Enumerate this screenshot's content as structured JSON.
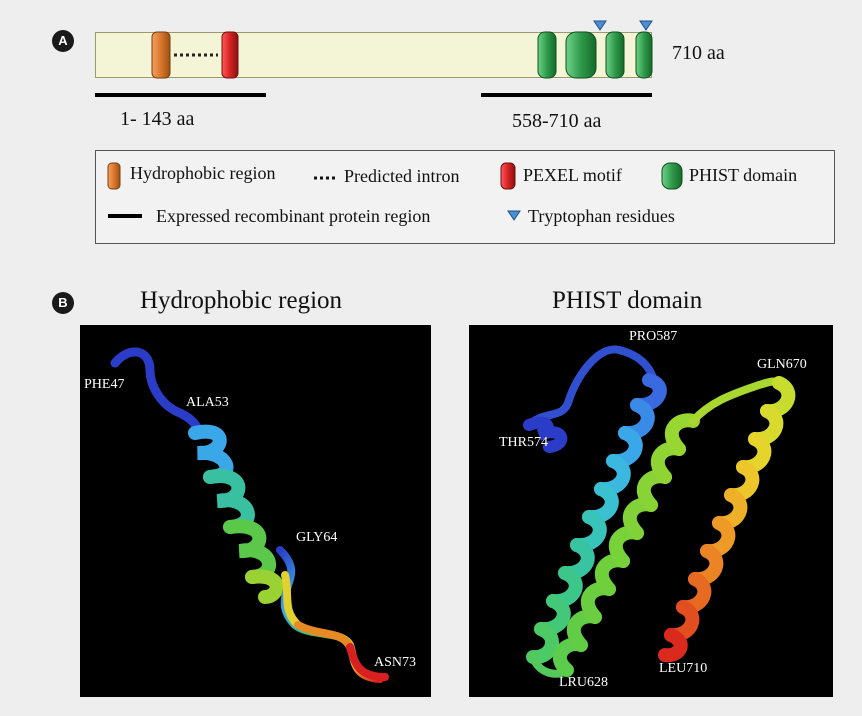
{
  "panel_a": {
    "letter": "A",
    "length_label": "710 aa",
    "region1_label": "1- 143 aa",
    "region2_label": "558-710 aa",
    "colors": {
      "bar": "#f4f4d6",
      "hydrophobic": "#d9782c",
      "pexel": "#d42323",
      "phist": "#2f9a4a",
      "tryptophan": "#4a8fd6"
    },
    "legend": {
      "hydrophobic": "Hydrophobic region",
      "intron": "Predicted intron",
      "pexel": "PEXEL motif",
      "phist": "PHIST domain",
      "expressed": "Expressed recombinant protein region",
      "tryptophan": "Tryptophan residues"
    }
  },
  "panel_b": {
    "letter": "B",
    "left": {
      "title": "Hydrophobic region",
      "residues": [
        "PHE47",
        "ALA53",
        "GLY64",
        "ASN73"
      ]
    },
    "right": {
      "title": "PHIST domain",
      "residues": [
        "PRO587",
        "GLN670",
        "THR574",
        "LRU628",
        "LEU710"
      ]
    }
  }
}
